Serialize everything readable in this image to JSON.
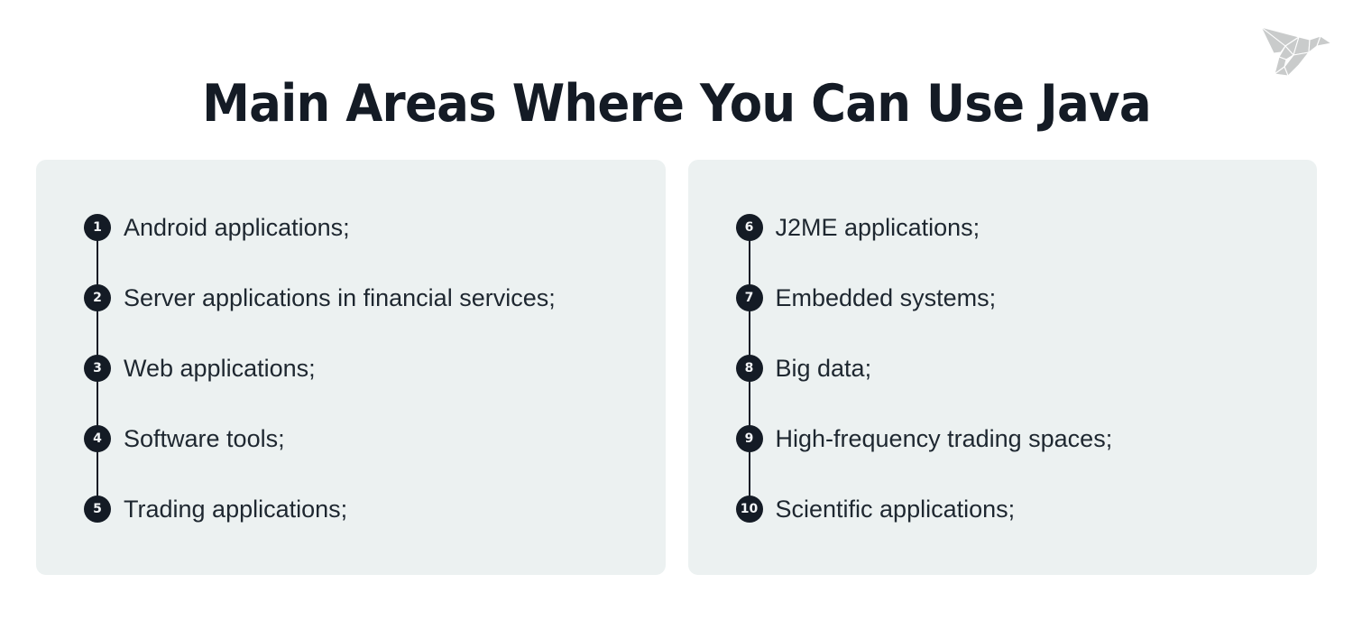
{
  "header": {
    "title": "Main Areas Where You Can Use Java",
    "logo_icon": "origami-bird-logo",
    "logo_color": "#c9cbcb"
  },
  "theme": {
    "page_background": "#ffffff",
    "card_background": "#ecf1f1",
    "marker_background": "#141b25",
    "marker_text_color": "#f2f4f6",
    "title_color": "#141b25",
    "body_text_color": "#1e2730"
  },
  "columns": [
    {
      "name": "left-column",
      "items": [
        {
          "number": "1",
          "label": "Android applications;"
        },
        {
          "number": "2",
          "label": "Server applications in financial services;"
        },
        {
          "number": "3",
          "label": "Web applications;"
        },
        {
          "number": "4",
          "label": "Software tools;"
        },
        {
          "number": "5",
          "label": "Trading applications;"
        }
      ]
    },
    {
      "name": "right-column",
      "items": [
        {
          "number": "6",
          "label": "J2ME applications;"
        },
        {
          "number": "7",
          "label": "Embedded systems;"
        },
        {
          "number": "8",
          "label": "Big data;"
        },
        {
          "number": "9",
          "label": "High-frequency trading spaces;"
        },
        {
          "number": "10",
          "label": "Scientific applications;"
        }
      ]
    }
  ]
}
